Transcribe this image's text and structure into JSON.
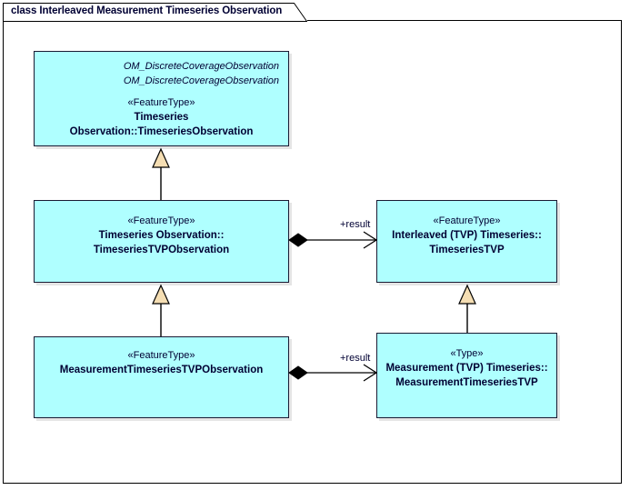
{
  "diagram": {
    "title": "class Interleaved Measurement Timeseries Observation",
    "background_color": "#FFFFFF",
    "frame_border_color": "#000000",
    "class_fill_color": "#AFFFFF",
    "class_border_color": "#1A1A33",
    "generalization_arrow_color": "#F5DEB3",
    "composition_diamond_color": "#000000",
    "text_color": "#000033"
  },
  "classes": {
    "timeseries_observation": {
      "constraint_1": "OM_DiscreteCoverageObservation",
      "constraint_2": "OM_DiscreteCoverageObservation",
      "stereotype": "«FeatureType»",
      "name_line_1": "Timeseries Observation::TimeseriesObservation"
    },
    "timeseries_tvp_observation": {
      "stereotype": "«FeatureType»",
      "name_line_1": "Timeseries Observation::",
      "name_line_2": "TimeseriesTVPObservation"
    },
    "timeseries_tvp": {
      "stereotype": "«FeatureType»",
      "name_line_1": "Interleaved (TVP) Timeseries::",
      "name_line_2": "TimeseriesTVP"
    },
    "measurement_timeseries_tvp_observation": {
      "stereotype": "«FeatureType»",
      "name_line_1": "MeasurementTimeseriesTVPObservation"
    },
    "measurement_timeseries_tvp": {
      "stereotype": "«Type»",
      "name_line_1": "Measurement (TVP) Timeseries::",
      "name_line_2": "MeasurementTimeseriesTVP"
    }
  },
  "relationships": {
    "composition_upper": {
      "role_label": "+result",
      "kind": "composition",
      "source": "TimeseriesTVPObservation",
      "target": "TimeseriesTVP"
    },
    "composition_lower": {
      "role_label": "+result",
      "kind": "composition",
      "source": "MeasurementTimeseriesTVPObservation",
      "target": "MeasurementTimeseriesTVP"
    },
    "generalization_left": {
      "kind": "generalization",
      "source": "TimeseriesTVPObservation",
      "target": "TimeseriesObservation"
    },
    "generalization_left_lower": {
      "kind": "generalization",
      "source": "MeasurementTimeseriesTVPObservation",
      "target": "TimeseriesTVPObservation"
    },
    "generalization_right": {
      "kind": "generalization",
      "source": "MeasurementTimeseriesTVP",
      "target": "TimeseriesTVP"
    }
  }
}
